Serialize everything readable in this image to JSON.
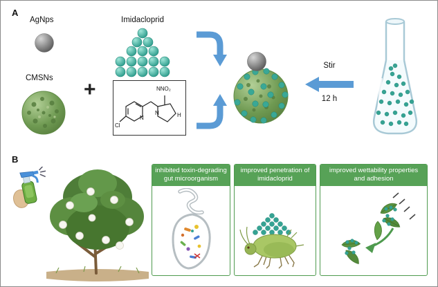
{
  "figure": {
    "panel_a_label": "A",
    "panel_b_label": "B"
  },
  "panel_a": {
    "agnps_label": "AgNps",
    "imidacloprid_label": "Imidacloprid",
    "cmsns_label": "CMSNs",
    "plus_sign": "+",
    "stir_label": "Stir",
    "duration_label": "12 h",
    "chem_structure": {
      "top_group": "NNO₂",
      "chlorine": "Cl",
      "pyridine_n": "N",
      "ring_n": "N",
      "ring_h": "H"
    }
  },
  "panel_b": {
    "boxes": [
      {
        "title": "inhibited toxin-degrading gut microorganism"
      },
      {
        "title": "improved penetration of imidacloprid"
      },
      {
        "title": "improved wettability properties and adhesion"
      }
    ]
  },
  "colors": {
    "arrow_blue": "#5b9bd5",
    "particle_teal": "#35a393",
    "cmsn_green": "#6f9a52",
    "box_border_green": "#4e9a4e",
    "header_green": "#57a257"
  }
}
